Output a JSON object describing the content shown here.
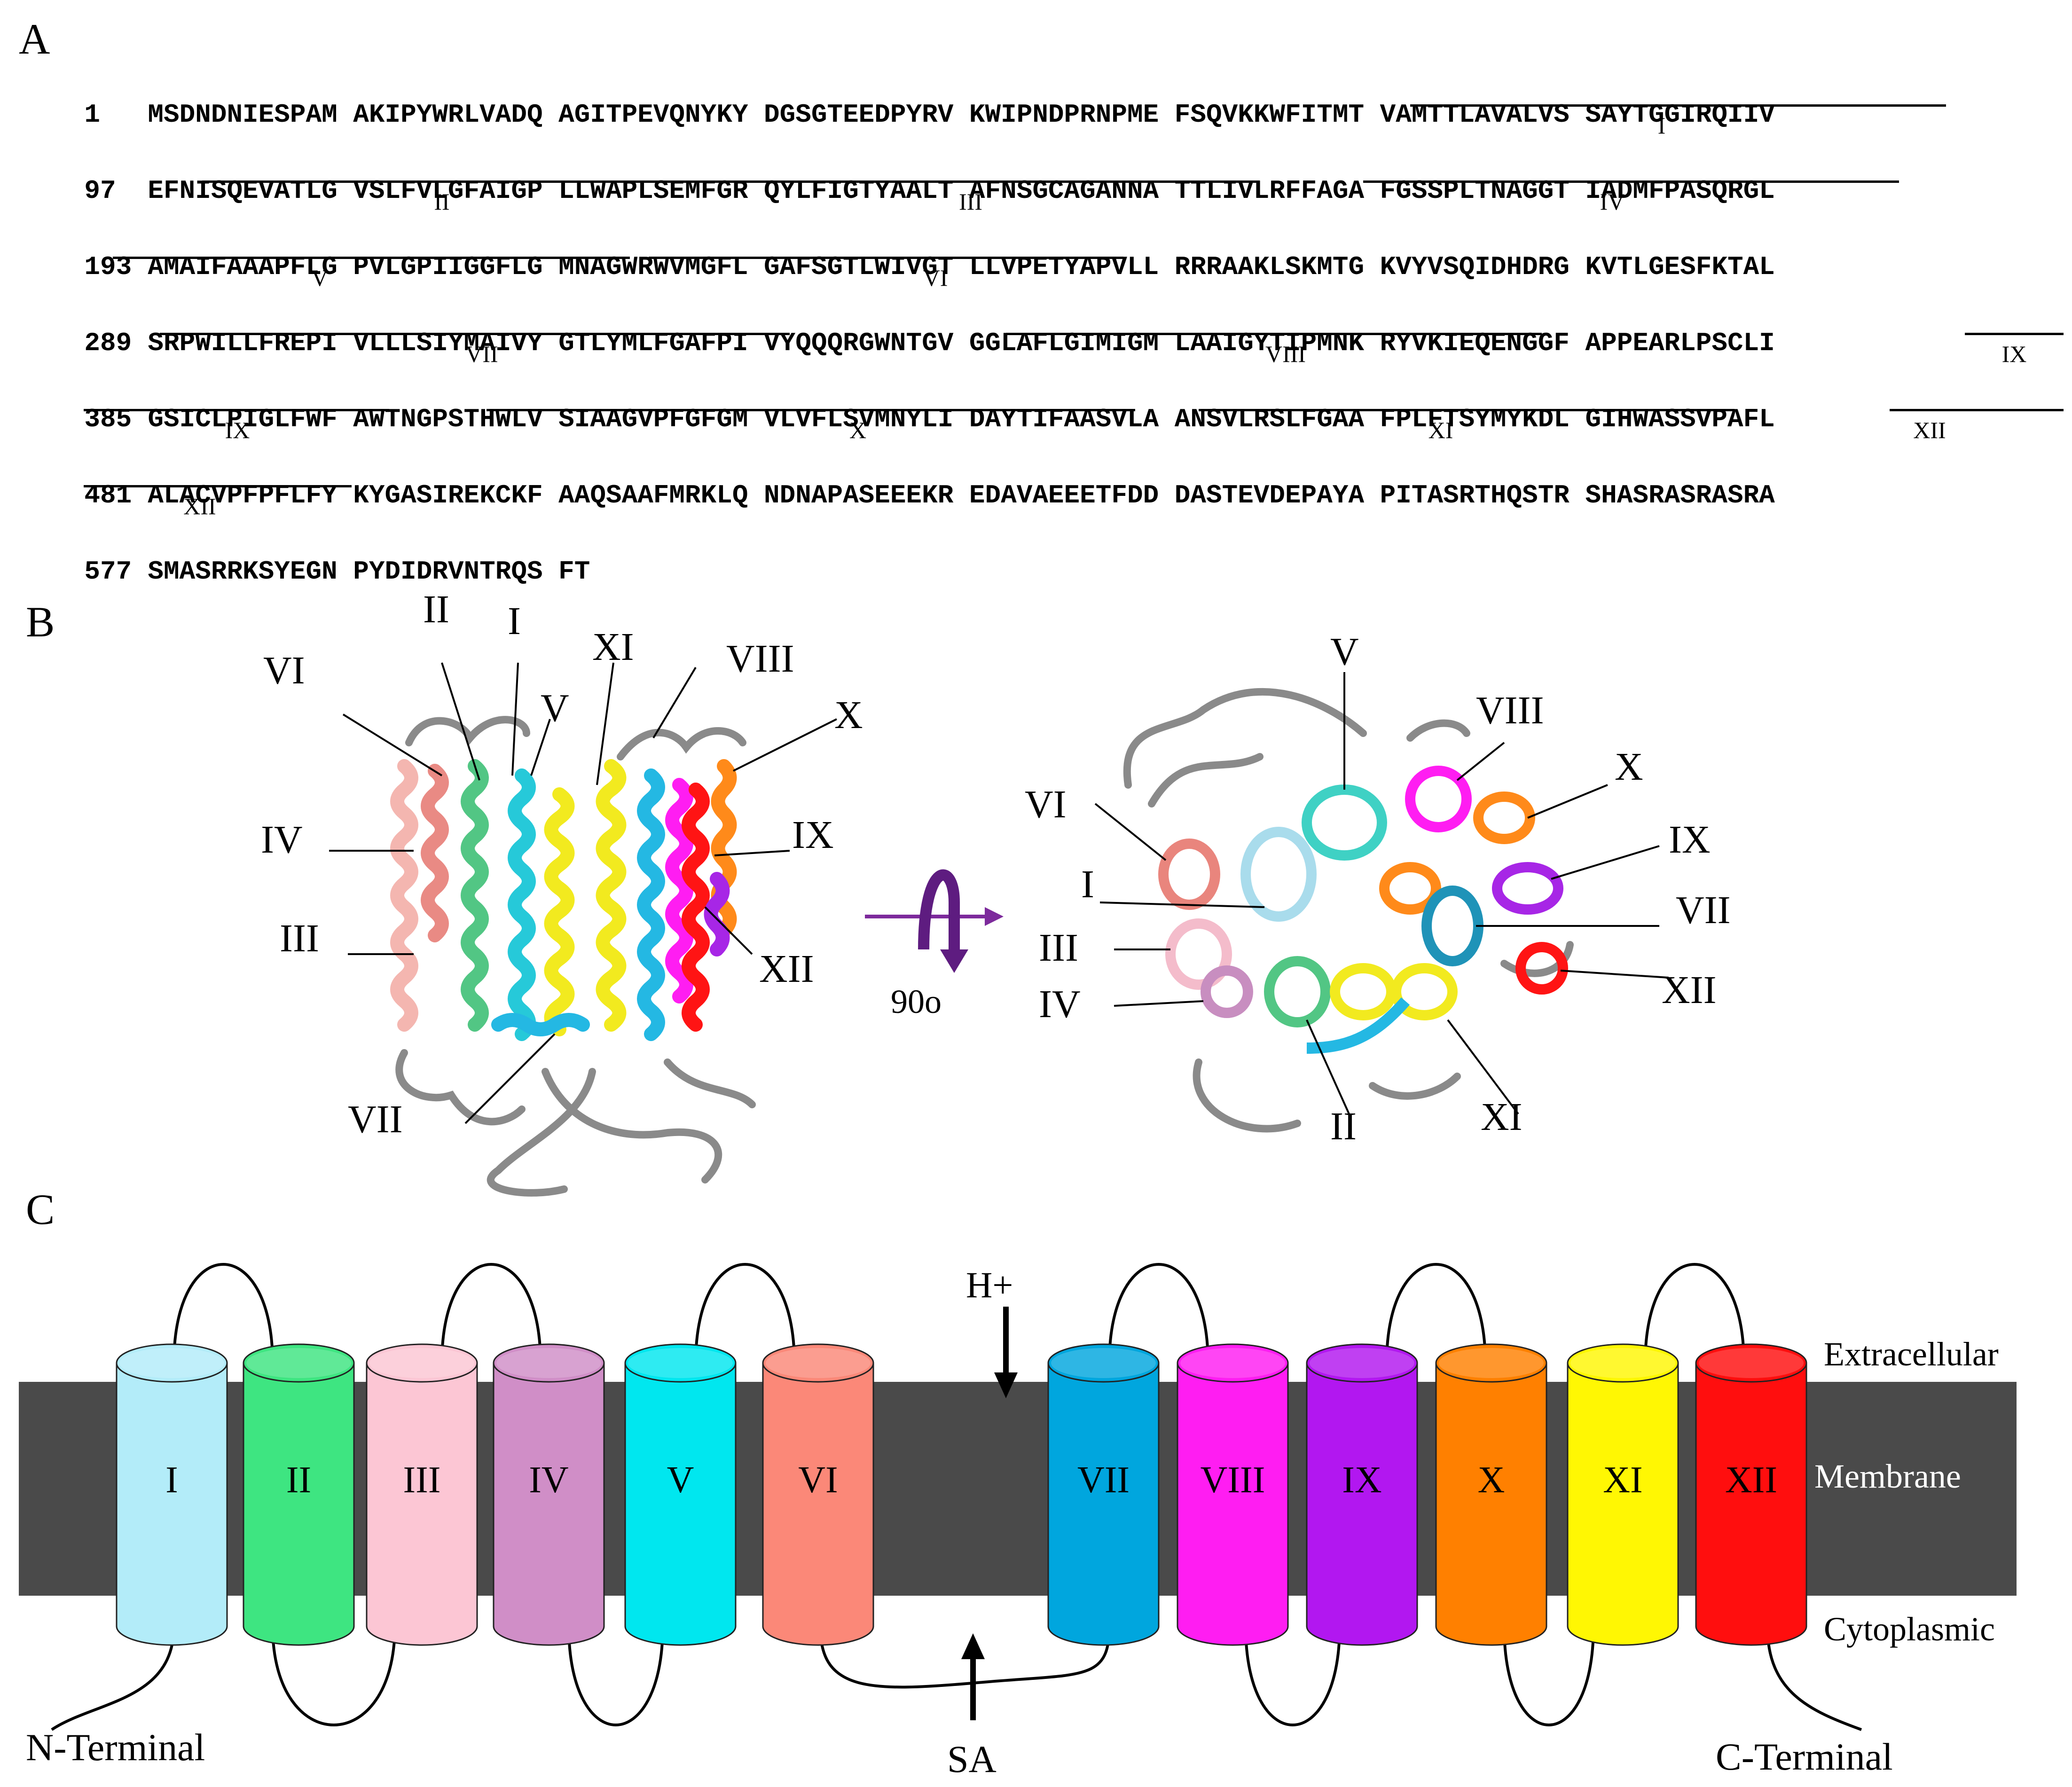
{
  "panels": {
    "a": "A",
    "b": "B",
    "c": "C"
  },
  "sequence_rows": [
    {
      "num": "1",
      "text": "MSDNDNIESPAM AKIPYWRLVADQ AGITPEVQNYKY DGSGTEEDPYRV KWIPNDPRNPME FSQVKKWFITMT VAMTTLAVALVS SAYTGGIRQIIV"
    },
    {
      "num": "97",
      "text": "EFNISQEVATLG VSLFVLGFAIGP LLWAPLSEMFGR QYLFIGTYAALT AFNSGCAGANNA TTLIVLRFFAGA FGSSPLTNAGGT IADMFPASQRGL"
    },
    {
      "num": "193",
      "text": "AMAIFAAAPFLG PVLGPIIGGFLG MNAGWRWVMGFL GAFSGTLWIVGT LLVPETYAPVLL RRRAAKLSKMTG KVYVSQIDHDRG KVTLGESFKTAL"
    },
    {
      "num": "289",
      "text": "SRPWILLFREPI VLLLSIYMAIVY GTLYMLFGAFPI VYQQQRGWNTGV GGLAFLGIMIGM LAAIGYTIPMNK RYVKIEQENGGF APPEARLPSCLI"
    },
    {
      "num": "385",
      "text": "GSICLPIGLFWF AWTNGPSTHWLV SIAAGVPFGFGM VLVFLSVMNYLI DAYTIFAASVLA ANSVLRSLFGAA FPLFTSYMYKDL GIHWASSVPAFL"
    },
    {
      "num": "481",
      "text": "ALACVPFPFLFY KYGASIREKCKF AAQSAAFMRKLQ NDNAPASEEEKR EDAVAEEETFDD DASTEVDEPAYA PITASRTHQSTR SHASRASRASRA"
    },
    {
      "num": "577",
      "text": "SMASRRKSYEGN PYDIDRVNTRQS FT"
    }
  ],
  "tm_labels": [
    "I",
    "II",
    "III",
    "IV",
    "V",
    "VI",
    "VII",
    "VIII",
    "IX",
    "IX",
    "X",
    "XI",
    "XII",
    "XII"
  ],
  "structure_side_labels": [
    "VI",
    "II",
    "I",
    "XI",
    "VIII",
    "X",
    "V",
    "IV",
    "IX",
    "III",
    "XII",
    "VII"
  ],
  "structure_top_labels": [
    "V",
    "VIII",
    "X",
    "VI",
    "IX",
    "I",
    "VII",
    "III",
    "XII",
    "IV",
    "II",
    "XI"
  ],
  "rotation_label": "90o",
  "topology": {
    "helices": [
      {
        "label": "I",
        "color": "#b3ecf9"
      },
      {
        "label": "II",
        "color": "#3ee581"
      },
      {
        "label": "III",
        "color": "#fcc6d4"
      },
      {
        "label": "IV",
        "color": "#d08ec7"
      },
      {
        "label": "V",
        "color": "#00e7ef"
      },
      {
        "label": "VI",
        "color": "#fb8878"
      },
      {
        "label": "VII",
        "color": "#00a6de"
      },
      {
        "label": "VIII",
        "color": "#ff1df2"
      },
      {
        "label": "IX",
        "color": "#b217f0"
      },
      {
        "label": "X",
        "color": "#ff8000"
      },
      {
        "label": "XI",
        "color": "#fff703"
      },
      {
        "label": "XII",
        "color": "#ff0e0e"
      }
    ],
    "membrane_color": "#4a4a4a",
    "extracellular": "Extracellular",
    "membrane": "Membrane",
    "cytoplasmic": "Cytoplasmic",
    "n_terminal": "N-Terminal",
    "c_terminal": "C-Terminal",
    "proton": "H+",
    "sa": "SA"
  }
}
